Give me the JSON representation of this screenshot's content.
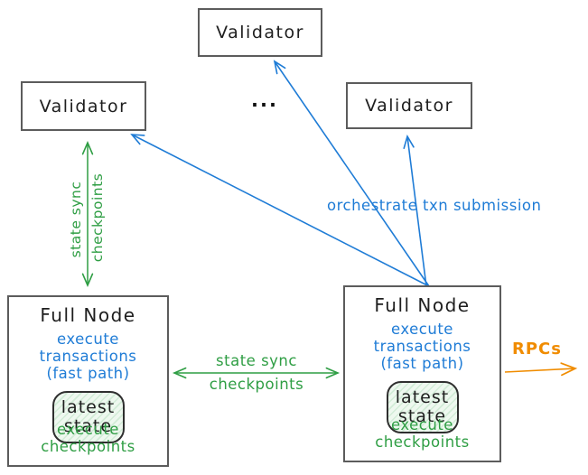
{
  "validators": {
    "top": "Validator",
    "left": "Validator",
    "right": "Validator"
  },
  "ellipsis": "...",
  "full_nodes": {
    "left": {
      "title": "Full Node",
      "exec_transactions": "execute transactions",
      "fast_path": "(fast path)",
      "latest_state": "latest\nstate",
      "exec_checkpoints": "execute checkpoints"
    },
    "right": {
      "title": "Full Node",
      "exec_transactions": "execute transactions",
      "fast_path": "(fast path)",
      "latest_state": "latest\nstate",
      "exec_checkpoints": "execute checkpoints"
    }
  },
  "edges": {
    "validator_fullnode_sync": {
      "line1": "state sync",
      "line2": "checkpoints"
    },
    "fullnode_fullnode_sync": {
      "label": "state sync\ncheckpoints"
    },
    "orchestrate": {
      "label": "orchestrate txn submission"
    },
    "rpcs": {
      "label": "RPCs"
    }
  },
  "colors": {
    "blue": "#1f7cd6",
    "green": "#2f9e44",
    "orange": "#f08c00",
    "ink": "#1e1e1e",
    "box_border": "#5c5c5c"
  }
}
